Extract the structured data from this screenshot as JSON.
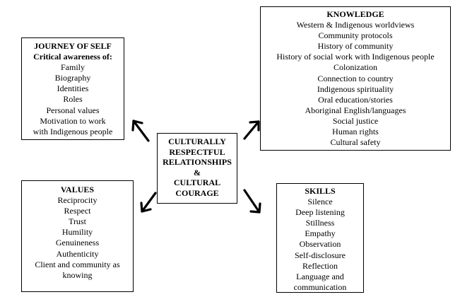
{
  "diagram": {
    "center": {
      "lines": [
        "CULTURALLY",
        "RESPECTFUL",
        "RELATIONSHIPS",
        "&",
        "CULTURAL",
        "COURAGE"
      ]
    },
    "journey_of_self": {
      "title": "JOURNEY OF SELF",
      "subtitle": "Critical awareness of:",
      "items": [
        "Family",
        "Biography",
        "Identities",
        "Roles",
        "Personal values",
        "Motivation to work",
        "with Indigenous people"
      ]
    },
    "knowledge": {
      "title": "KNOWLEDGE",
      "items": [
        "Western & Indigenous worldviews",
        "Community protocols",
        "History of community",
        "History of social work with Indigenous people",
        "Colonization",
        "Connection to country",
        "Indigenous spirituality",
        "Oral education/stories",
        "Aboriginal English/languages",
        "Social justice",
        "Human rights",
        "Cultural safety"
      ]
    },
    "values": {
      "title": "VALUES",
      "items": [
        "Reciprocity",
        "Respect",
        "Trust",
        "Humility",
        "Genuineness",
        "Authenticity",
        "Client and community as",
        "knowing"
      ]
    },
    "skills": {
      "title": "SKILLS",
      "items": [
        "Silence",
        "Deep listening",
        "Stillness",
        "Empathy",
        "Observation",
        "Self-disclosure",
        "Reflection",
        "Language and",
        "communication"
      ]
    }
  }
}
